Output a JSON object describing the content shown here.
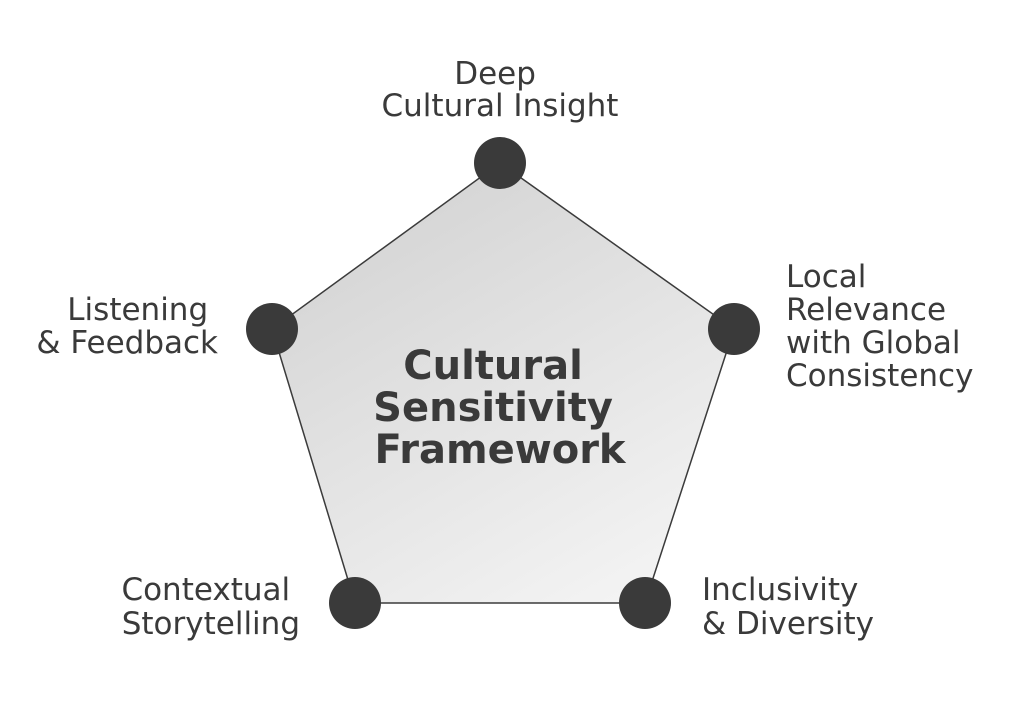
{
  "center": {
    "lines": [
      "Cultural",
      "Sensitivity",
      "Framework"
    ]
  },
  "vertices": [
    {
      "id": "deep-cultural-insight",
      "lines": [
        "Deep",
        "Cultural Insight"
      ]
    },
    {
      "id": "local-relevance",
      "lines": [
        "Local",
        "Relevance",
        "with Global",
        "Consistency"
      ]
    },
    {
      "id": "inclusivity-diversity",
      "lines": [
        "Inclusivity",
        "& Diversity"
      ]
    },
    {
      "id": "contextual-storytelling",
      "lines": [
        "Contextual",
        "Storytelling"
      ]
    },
    {
      "id": "listening-feedback",
      "lines": [
        "Listening",
        "& Feedback"
      ]
    }
  ],
  "colors": {
    "node": "#3a3a3a",
    "text": "#3a3a3a",
    "outline": "#3b3b3b",
    "fill_light": "#f4f4f4",
    "fill_dark": "#d2d2d2"
  }
}
